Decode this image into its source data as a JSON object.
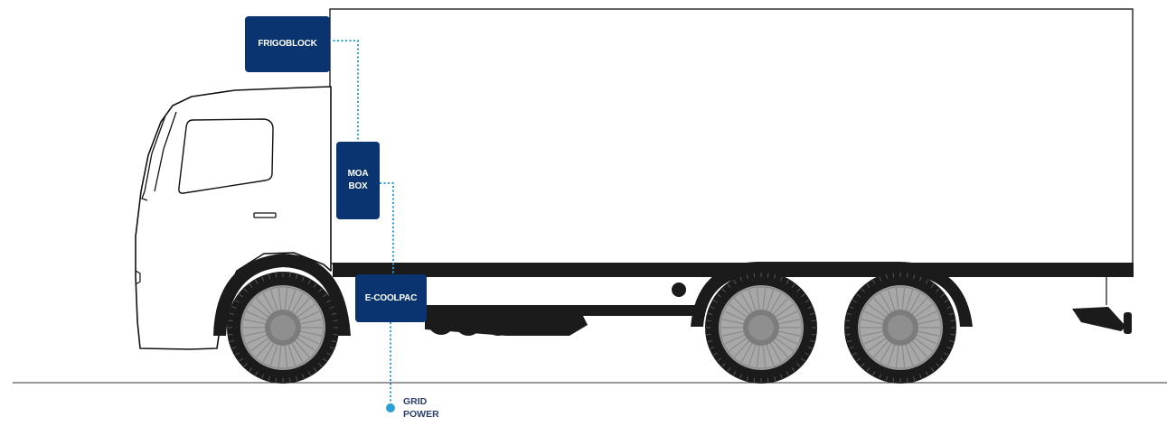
{
  "colors": {
    "block": "#0a3470",
    "connector": "#2a9fd8",
    "label_text": "#2b3e6b",
    "outline": "#111111",
    "chassis": "#1b1b1b",
    "wheel_rim": "#9a9a9a"
  },
  "components": {
    "frigoblock": {
      "label": "FRIGOBLOCK"
    },
    "moa_box": {
      "label": "MOA\nBOX"
    },
    "e_coolpac": {
      "label": "E-COOLPAC"
    }
  },
  "grid_power": {
    "label": "GRID\nPOWER"
  },
  "icons": [
    "truck-illustration",
    "grid-power-dot"
  ]
}
